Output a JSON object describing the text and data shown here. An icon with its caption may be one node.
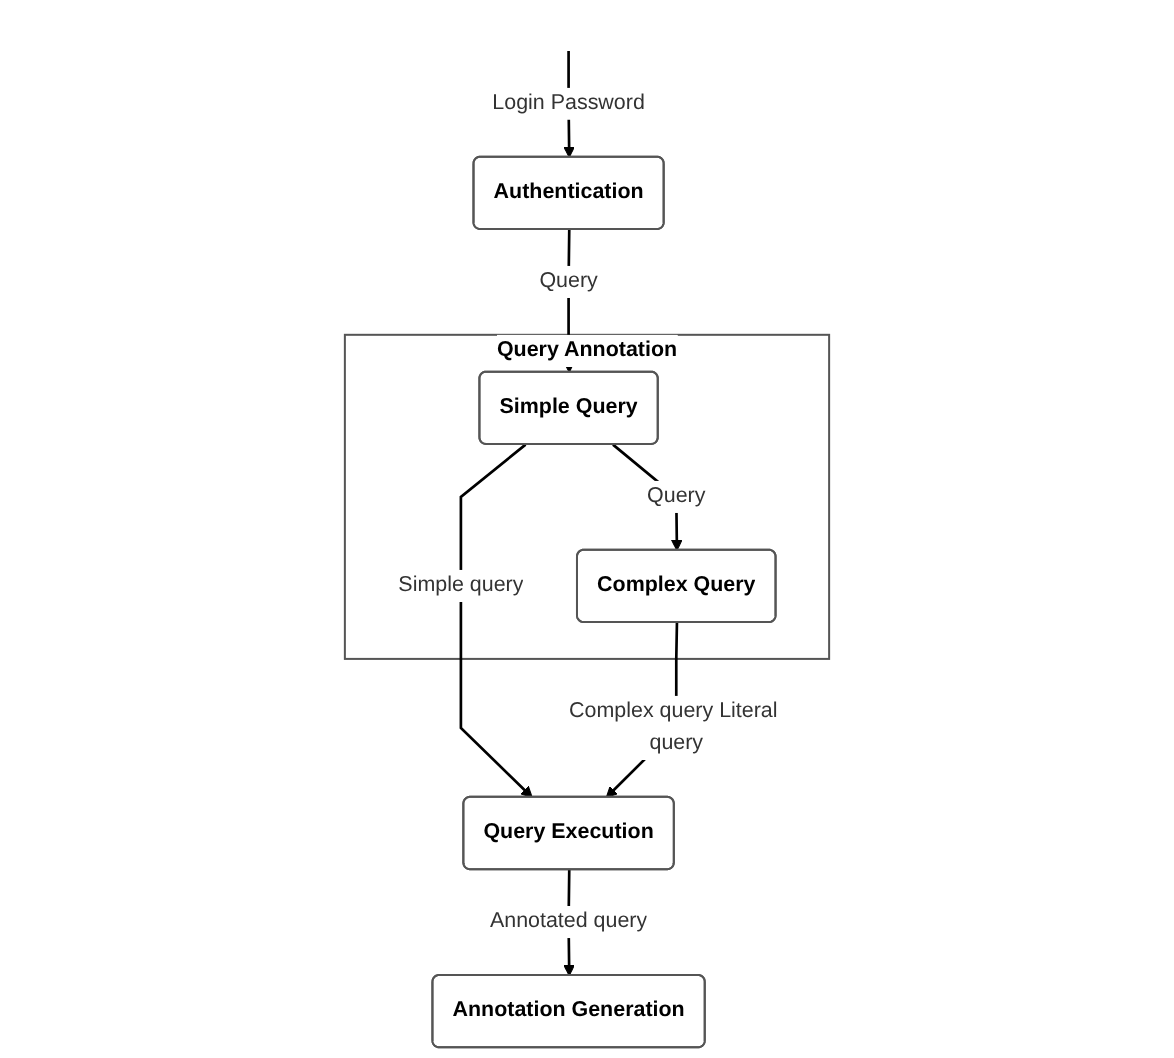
{
  "diagram": {
    "nodes": [
      {
        "text": [
          "Authentication"
        ]
      },
      {
        "text": [
          "Query Annotation"
        ]
      },
      {
        "text": [
          "Simple Query"
        ],
        "in": 1
      },
      {
        "text": [
          "Complex Query"
        ],
        "in": 1
      },
      {
        "text": [
          "Query Execution"
        ]
      },
      {
        "text": [
          "Annotation Generation"
        ]
      }
    ],
    "edges": [
      {
        "from": null,
        "to": 0,
        "arrow": "to",
        "label": "Login Password"
      },
      {
        "from": 0,
        "to": 2,
        "arrow": "to",
        "label": "Query"
      },
      {
        "from": 2,
        "to": 3,
        "arrow": "to",
        "label": "Query"
      },
      {
        "from": 2,
        "to": 4,
        "arrow": "to",
        "label": "Simple query"
      },
      {
        "from": 3,
        "to": 4,
        "arrow": "to",
        "label": "Complex query Literal query"
      },
      {
        "from": 4,
        "to": 5,
        "arrow": "to",
        "label": "Annotated query"
      }
    ]
  }
}
